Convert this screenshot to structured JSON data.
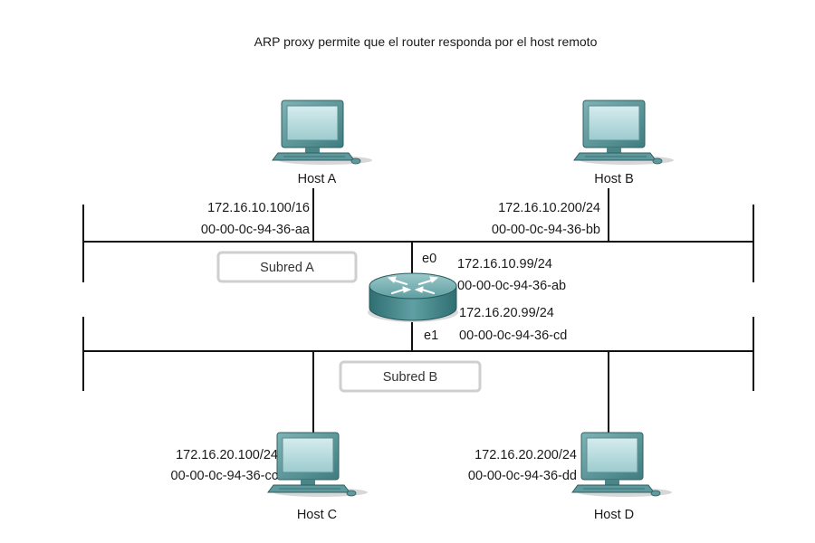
{
  "title": "ARP proxy permite que el router responda por el host remoto",
  "subnets": {
    "a": "Subred A",
    "b": "Subred B"
  },
  "hosts": {
    "a": {
      "name": "Host A",
      "ip": "172.16.10.100/16",
      "mac": "00-00-0c-94-36-aa"
    },
    "b": {
      "name": "Host B",
      "ip": "172.16.10.200/24",
      "mac": "00-00-0c-94-36-bb"
    },
    "c": {
      "name": "Host C",
      "ip": "172.16.20.100/24",
      "mac": "00-00-0c-94-36-cc"
    },
    "d": {
      "name": "Host D",
      "ip": "172.16.20.200/24",
      "mac": "00-00-0c-94-36-dd"
    }
  },
  "router": {
    "e0": {
      "label": "e0",
      "ip": "172.16.10.99/24",
      "mac": "00-00-0c-94-36-ab"
    },
    "e1": {
      "label": "e1",
      "ip": "172.16.20.99/24",
      "mac": "00-00-0c-94-36-cd"
    }
  },
  "icons": {
    "computer": "computer-icon",
    "router": "router-icon"
  },
  "colors": {
    "device_teal": "#4f8f92",
    "screen": "#b9dcdf",
    "line": "#111111",
    "subnet_box_border": "#c9c9c9"
  }
}
